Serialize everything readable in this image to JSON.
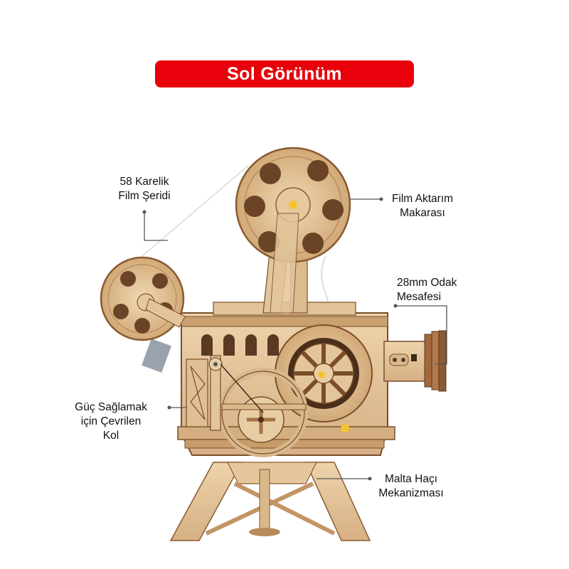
{
  "title": "Sol Görünüm",
  "colors": {
    "banner": "#e8000b",
    "banner_text": "#ffffff",
    "label_text": "#111111",
    "callout_line": "#555555",
    "wood_light": "#e9cfa8",
    "wood_mid": "#d3ad7c",
    "wood_dark": "#8a5a32",
    "pin_yellow": "#f4c430"
  },
  "product": {
    "description": "Laser-cut wooden hand-crank film projector model, left side view"
  },
  "callouts": [
    {
      "id": "film-strip",
      "line1": "58 Karelik",
      "line2": "Film Şeridi"
    },
    {
      "id": "take-up-reel",
      "line1": "Film Aktarım",
      "line2": "Makarası"
    },
    {
      "id": "focal-length",
      "line1": "28mm Odak",
      "line2": "Mesafesi"
    },
    {
      "id": "crank-handle",
      "line1": "Güç Sağlamak",
      "line2": "için Çevrilen",
      "line3": "Kol"
    },
    {
      "id": "maltese-cross",
      "line1": "Malta Haçı",
      "line2": "Mekanizması"
    }
  ]
}
